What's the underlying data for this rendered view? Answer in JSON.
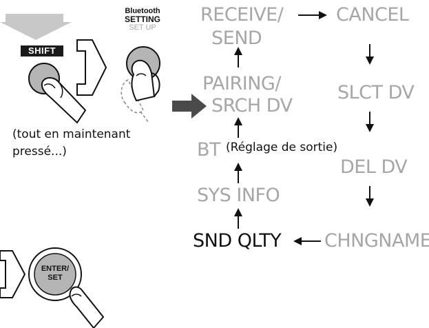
{
  "left": {
    "shift_label": "SHIFT",
    "bt_button": {
      "line1": "Bluetooth",
      "line2": "SETTING",
      "line3": "SET UP"
    },
    "caption": [
      "(tout en maintenant",
      "pressé...)"
    ],
    "enter_button": {
      "line1": "ENTER/",
      "line2": "SET"
    }
  },
  "menu": {
    "receive_send": [
      "RECEIVE/",
      "SEND"
    ],
    "cancel": "CANCEL",
    "pairing": [
      "PAIRING/",
      "SRCH DV"
    ],
    "slct_dv": "SLCT DV",
    "bt": "BT",
    "bt_note": "(Réglage de sortie)",
    "del_dv": "DEL DV",
    "sys_info": "SYS INFO",
    "snd_qlty": "SND QLTY",
    "chngname": "CHNGNAME"
  },
  "colors": {
    "inactive_text": "#a6a6a6",
    "active_text": "#111111",
    "button_fill": "#b5b5b5",
    "shift_badge": "#1a1a1a",
    "pointer_arrow": "#4a4a4a"
  }
}
